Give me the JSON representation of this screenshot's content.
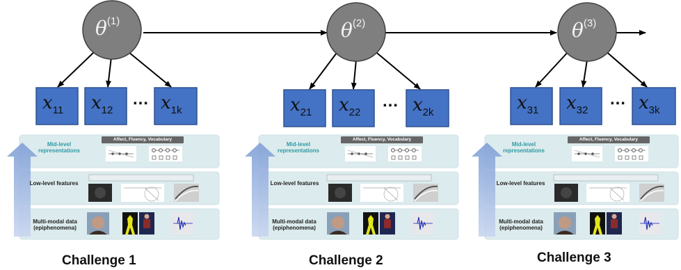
{
  "challenges": [
    {
      "theta_symbol": "θ",
      "theta_index": "(1)",
      "nodes": [
        {
          "symbol": "x",
          "index": "11"
        },
        {
          "symbol": "x",
          "index": "12"
        },
        {
          "symbol": "x",
          "index": "1k"
        }
      ],
      "ellipsis": "…",
      "panel": {
        "mid_label": "Mid-level\nrepresentations",
        "mid_band": "Affect, Fluency, Vocabulary",
        "low_label": "Low-level features",
        "data_label": "Multi-modal data\n(epiphenomena)"
      },
      "title": "Challenge 1"
    },
    {
      "theta_symbol": "θ",
      "theta_index": "(2)",
      "nodes": [
        {
          "symbol": "x",
          "index": "21"
        },
        {
          "symbol": "x",
          "index": "22"
        },
        {
          "symbol": "x",
          "index": "2k"
        }
      ],
      "ellipsis": "…",
      "panel": {
        "mid_label": "Mid-level\nrepresentations",
        "mid_band": "Affect, Fluency, Vocabulary",
        "low_label": "Low-level features",
        "data_label": "Multi-modal data\n(epiphenomena)"
      },
      "title": "Challenge 2"
    },
    {
      "theta_symbol": "θ",
      "theta_index": "(3)",
      "nodes": [
        {
          "symbol": "x",
          "index": "31"
        },
        {
          "symbol": "x",
          "index": "32"
        },
        {
          "symbol": "x",
          "index": "3k"
        }
      ],
      "ellipsis": "…",
      "panel": {
        "mid_label": "Mid-level\nrepresentations",
        "mid_band": "Affect, Fluency, Vocabulary",
        "low_label": "Low-level features",
        "data_label": "Multi-modal data\n(epiphenomena)"
      },
      "title": "Challenge 3"
    }
  ],
  "colors": {
    "theta_fill": "#7f7f7f",
    "node_fill": "#4472c4",
    "panel_fill": "#dcebed",
    "arrow_blue": "#8faadc",
    "mid_label": "#2e9aa5"
  }
}
